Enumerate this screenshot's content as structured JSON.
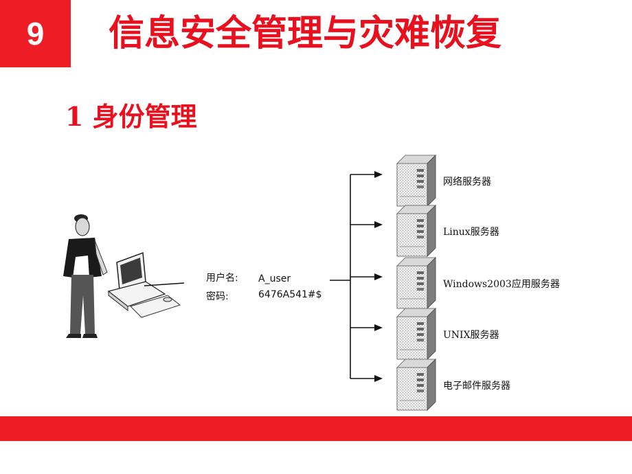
{
  "header": {
    "number": "9",
    "title": "信息安全管理与灾难恢复"
  },
  "section": {
    "heading": "1 身份管理"
  },
  "credentials": {
    "username_label": "用户名:",
    "username_value": "A_user",
    "password_label": "密码:",
    "password_value": "6476A541#$"
  },
  "servers": [
    {
      "label": "网络服务器"
    },
    {
      "label": "Linux服务器"
    },
    {
      "label": "Windows2003应用服务器"
    },
    {
      "label": "UNIX服务器"
    },
    {
      "label": "电子邮件服务器"
    }
  ],
  "colors": {
    "accent": "#ee1c25",
    "title_text": "#e8101e"
  }
}
